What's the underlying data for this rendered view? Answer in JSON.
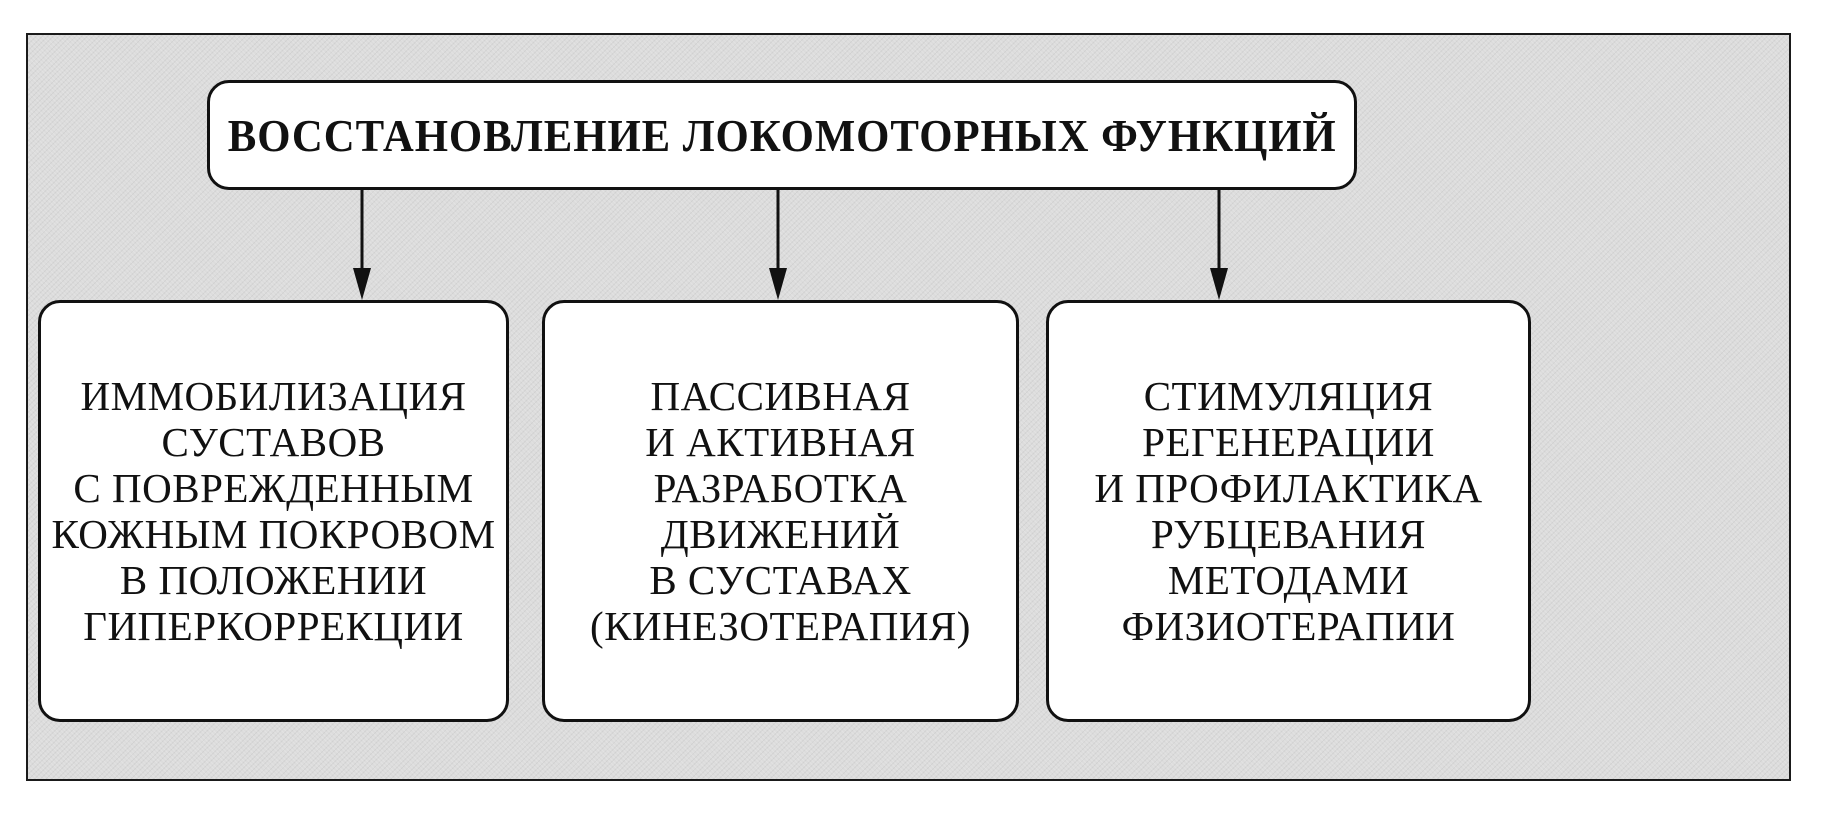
{
  "diagram": {
    "title": "ВОССТАНОВЛЕНИЕ ЛОКОМОТОРНЫХ ФУНКЦИЙ",
    "children": [
      {
        "id": "immobilization",
        "lines": [
          "ИММОБИЛИЗАЦИЯ",
          "СУСТАВОВ",
          "С ПОВРЕЖДЕННЫМ",
          "КОЖНЫМ ПОКРОВОМ",
          "В ПОЛОЖЕНИИ",
          "ГИПЕРКОРРЕКЦИИ"
        ]
      },
      {
        "id": "kinesiotherapy",
        "lines": [
          "ПАССИВНАЯ",
          "И АКТИВНАЯ",
          "РАЗРАБОТКА",
          "ДВИЖЕНИЙ",
          "В СУСТАВАХ",
          "(КИНЕЗОТЕРАПИЯ)"
        ]
      },
      {
        "id": "physiotherapy",
        "lines": [
          "СТИМУЛЯЦИЯ",
          "РЕГЕНЕРАЦИИ",
          "И ПРОФИЛАКТИКА",
          "РУБЦЕВАНИЯ",
          "МЕТОДАМИ",
          "ФИЗИОТЕРАПИИ"
        ]
      }
    ],
    "edges": [
      {
        "from": "title",
        "to": "immobilization"
      },
      {
        "from": "title",
        "to": "kinesiotherapy"
      },
      {
        "from": "title",
        "to": "physiotherapy"
      }
    ],
    "colors": {
      "background_panel": "#dcdcdc",
      "box_fill": "#ffffff",
      "stroke": "#111111"
    }
  }
}
